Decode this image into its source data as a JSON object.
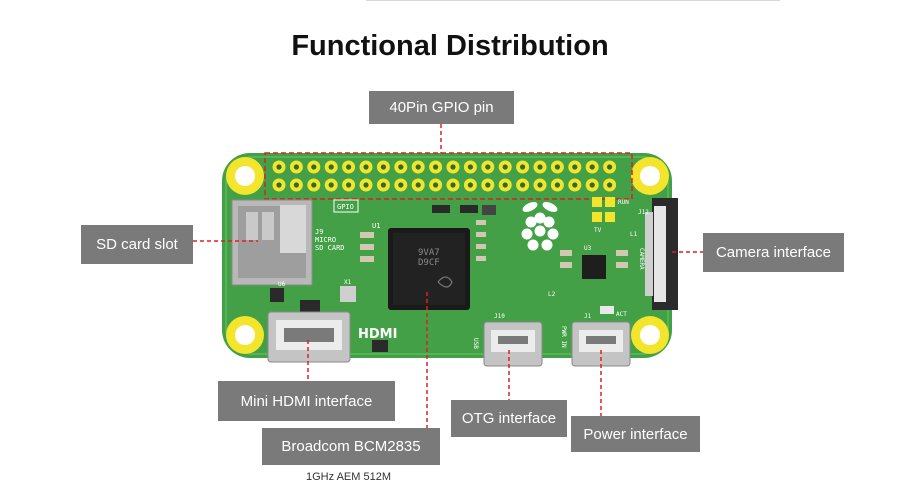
{
  "title": "Functional Distribution",
  "labels": {
    "gpio": "40Pin GPIO pin",
    "sd": "SD card slot",
    "camera": "Camera interface",
    "hdmi": "Mini HDMI interface",
    "broadcom": "Broadcom BCM2835",
    "broadcom_sub": "1GHz AEM 512M",
    "otg": "OTG interface",
    "power": "Power interface"
  },
  "silkscreen": {
    "gpio": "GPIO",
    "micro_sd": "MICRO",
    "sd_card": "SD CARD",
    "hdmi": "HDMI",
    "usb": "USB",
    "pwr_in": "PWR IN",
    "camera": "CAMERA",
    "run": "RUN",
    "tv": "TV",
    "act": "ACT",
    "j9": "J9",
    "j10": "J10",
    "j1": "J1",
    "j12": "J12",
    "u1": "U1",
    "u3": "U3",
    "u6": "U6",
    "x1": "X1",
    "l1": "L1",
    "l2": "L2"
  },
  "colors": {
    "board": "#43a047",
    "pad": "#f2e52b",
    "label_bg": "#7a7a7a",
    "leader": "#e02020"
  }
}
